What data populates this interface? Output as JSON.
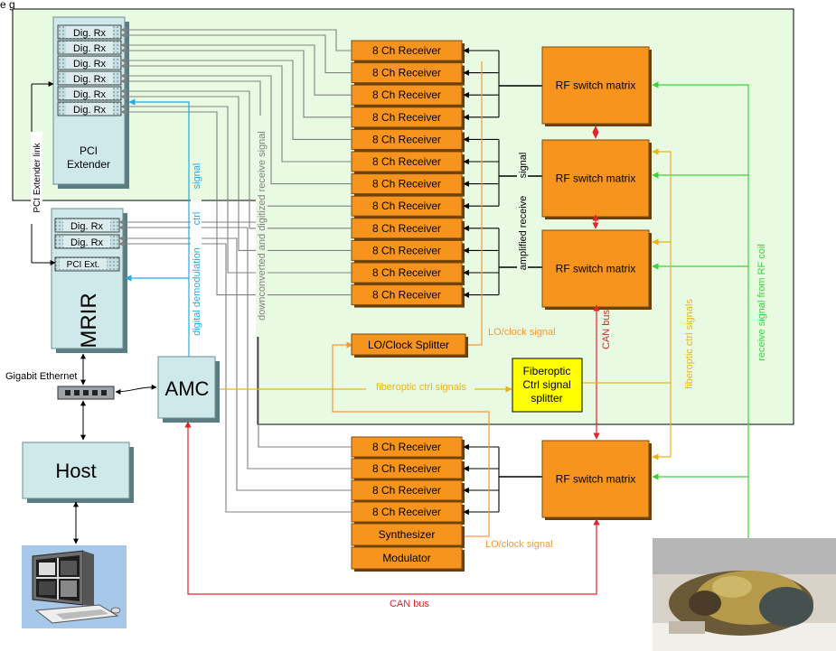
{
  "header": {
    "top_text": "e     g"
  },
  "rack": {
    "dig_rx_label": "Dig. Rx",
    "pci_extender_line1": "PCI",
    "pci_extender_line2": "Extender",
    "pci_ext_label": "PCI Ext.",
    "mrir_label": "MRIR"
  },
  "network": {
    "gigabit_label": "Gigabit Ethernet",
    "amc_label": "AMC",
    "host_label": "Host"
  },
  "receivers": {
    "receiver_label": "8 Ch Receiver",
    "lo_splitter_label": "LO/Clock Splitter",
    "synthesizer_label": "Synthesizer",
    "modulator_label": "Modulator"
  },
  "switches": {
    "rf_switch_label": "RF switch matrix",
    "fiberoptic_line1": "Fiberoptic",
    "fiberoptic_line2": "Ctrl signal",
    "fiberoptic_line3": "splitter"
  },
  "signals": {
    "pci_extender_link": "PCI Extender link",
    "digital_demod": "digital demodulation",
    "ctrl": "ctrl",
    "signal": "signal",
    "downconverted": "downconverted and digitized receive signal",
    "amplified_a": "amplified receive",
    "amplified_b": "signal",
    "lo_clock_1": "LO/clock signal",
    "lo_clock_2": "LO/clock signal",
    "fiberoptic_ctrl_1": "fiberoptic ctrl signals",
    "fiberoptic_ctrl_2": "fiberoptic ctrl signals",
    "can_bus_1": "CAN bus",
    "can_bus_2": "CAN bus",
    "rf_coil": "receive signal from RF coil"
  },
  "colors": {
    "green_region": "#e8fbe2",
    "panel_teal": "#cfe8ea",
    "orange": "#f7941d",
    "yellow": "#ffff00",
    "blue": "#29a9e0",
    "gray": "#808080",
    "red": "#e0262c",
    "green": "#39d439",
    "lo_orange": "#f39a36",
    "fiber_yellow": "#e8b417"
  },
  "icons": {
    "workstation": "computer-workstation-icon",
    "coil_photo": "rf-coil-photo"
  }
}
